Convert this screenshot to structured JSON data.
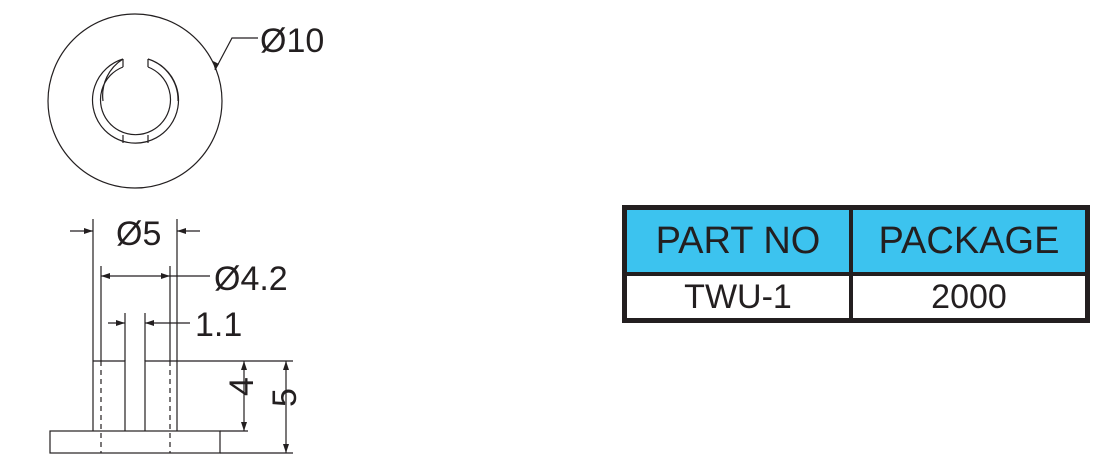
{
  "dimensions": {
    "outer_diameter": "Ø10",
    "flange_width": "Ø5",
    "shaft_diameter": "Ø4.2",
    "slot_width": "1.1",
    "shaft_height": "4",
    "total_height": "5"
  },
  "table": {
    "headers": [
      "PART NO",
      "PACKAGE"
    ],
    "rows": [
      [
        "TWU-1",
        "2000"
      ]
    ]
  },
  "colors": {
    "line": "#231f20",
    "header_fill": "#3cc3ef"
  }
}
